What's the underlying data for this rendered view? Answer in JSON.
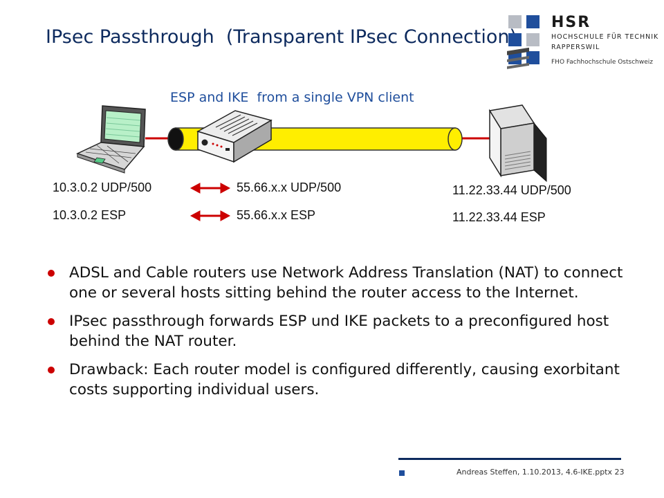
{
  "slide": {
    "title": "IPsec Passthrough  (Transparent IPsec Connection)"
  },
  "logo": {
    "name": "HSR",
    "line1": "HOCHSCHULE FÜR TECHNIK",
    "line2": "RAPPERSWIL",
    "line3": "FHO Fachhochschule Ostschweiz",
    "colors": {
      "blue": "#1f4e9c",
      "grey": "#b8bcc4"
    }
  },
  "diagram": {
    "caption": "ESP and IKE  from a single VPN client",
    "client_udp": "10.3.0.2 UDP/500",
    "client_esp": "10.3.0.2 ESP",
    "nat_udp": "55.66.x.x UDP/500",
    "nat_esp": "55.66.x.x ESP",
    "server_udp": "11.22.33.44 UDP/500",
    "server_esp": "11.22.33.44 ESP",
    "icons": [
      "laptop-icon",
      "router-icon",
      "server-icon",
      "double-arrow-icon"
    ],
    "colors": {
      "tunnel": "#ffee00",
      "link": "#cc0000",
      "arrow": "#cc0000",
      "screen": "#b8f0c8"
    }
  },
  "bullets": [
    "ADSL and Cable routers use Network Address Translation (NAT) to connect one or several hosts sitting behind the router access to the Internet.",
    "IPsec passthrough forwards ESP und IKE packets to a preconfigured host behind  the NAT router.",
    "Drawback: Each router model is configured differently, causing exorbitant costs supporting individual users."
  ],
  "footer": {
    "text": "Andreas Steffen, 1.10.2013, 4.6-IKE.pptx 23"
  }
}
